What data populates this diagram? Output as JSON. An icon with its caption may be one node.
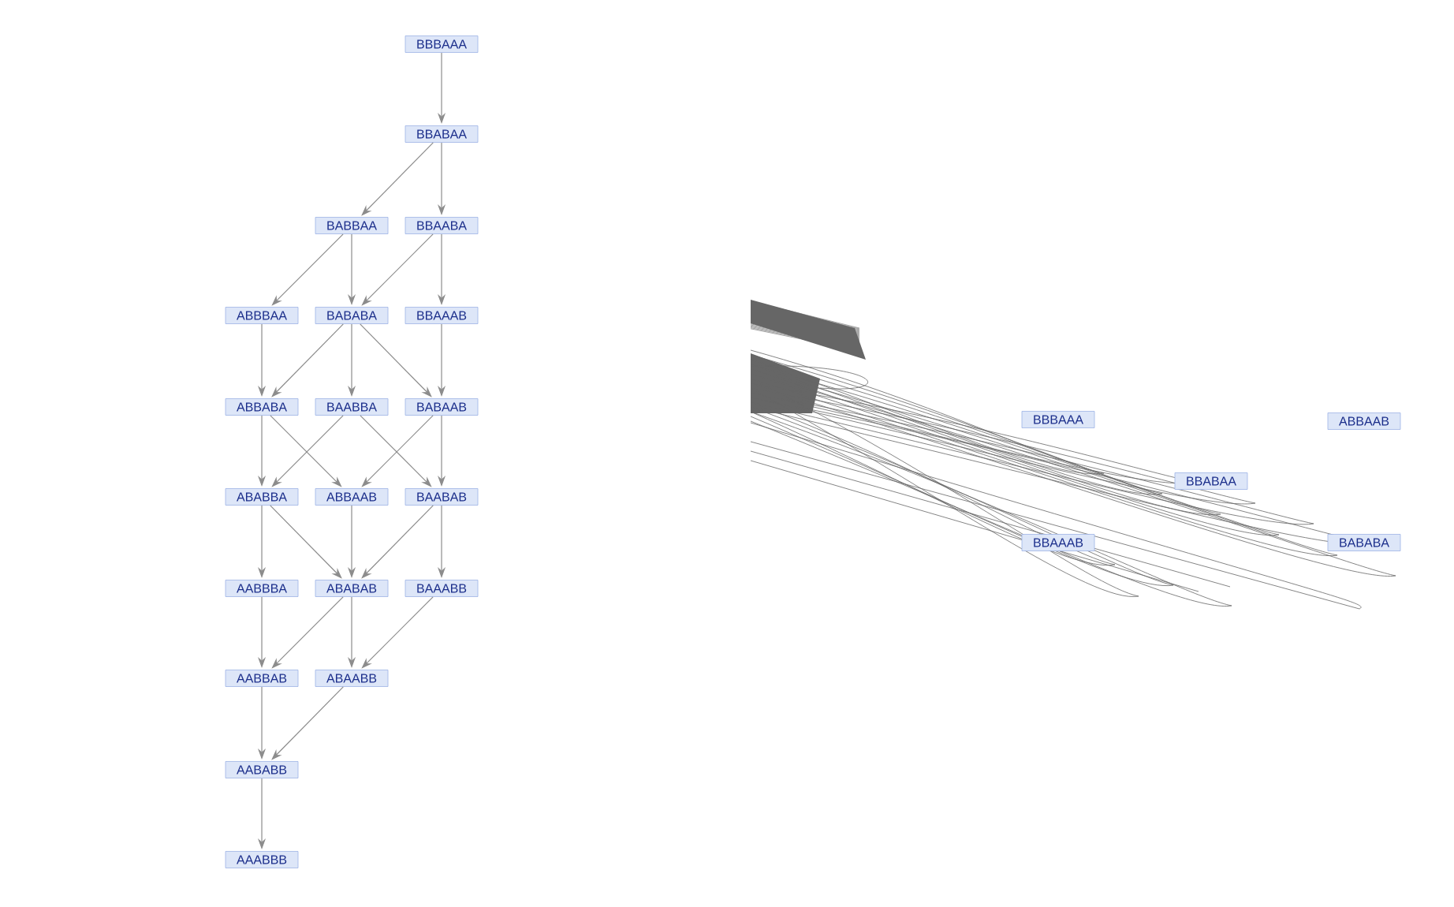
{
  "diagram": {
    "nodes": [
      {
        "text": [
          "BBBAAA"
        ]
      },
      {
        "text": [
          "BBABAA"
        ]
      },
      {
        "text": [
          "BABBAA"
        ]
      },
      {
        "text": [
          "BBAABA"
        ]
      },
      {
        "text": [
          "ABBBAA"
        ]
      },
      {
        "text": [
          "BABABA"
        ]
      },
      {
        "text": [
          "BBAAAB"
        ]
      },
      {
        "text": [
          "ABBABA"
        ]
      },
      {
        "text": [
          "BAABBA"
        ]
      },
      {
        "text": [
          "BABAAB"
        ]
      },
      {
        "text": [
          "ABABBA"
        ]
      },
      {
        "text": [
          "ABBAAB"
        ]
      },
      {
        "text": [
          "BAABAB"
        ]
      },
      {
        "text": [
          "AABBBA"
        ]
      },
      {
        "text": [
          "ABABAB"
        ]
      },
      {
        "text": [
          "BAAABB"
        ]
      },
      {
        "text": [
          "AABBAB"
        ]
      },
      {
        "text": [
          "ABAABB"
        ]
      },
      {
        "text": [
          "AABABB"
        ]
      },
      {
        "text": [
          "AAABBB"
        ]
      },
      {
        "text": [
          "BBBAAA"
        ]
      },
      {
        "text": [
          "ABBAAB"
        ]
      },
      {
        "text": [
          "BBABAA"
        ]
      },
      {
        "text": [
          "BBAAAB"
        ]
      },
      {
        "text": [
          "BABABA"
        ]
      }
    ],
    "edges": [
      {
        "from": 0,
        "to": 1,
        "arrow": "to"
      },
      {
        "from": 1,
        "to": 2,
        "arrow": "to"
      },
      {
        "from": 1,
        "to": 3,
        "arrow": "to"
      },
      {
        "from": 2,
        "to": 4,
        "arrow": "to"
      },
      {
        "from": 2,
        "to": 5,
        "arrow": "to"
      },
      {
        "from": 3,
        "to": 5,
        "arrow": "to"
      },
      {
        "from": 3,
        "to": 6,
        "arrow": "to"
      },
      {
        "from": 4,
        "to": 7,
        "arrow": "to"
      },
      {
        "from": 5,
        "to": 7,
        "arrow": "to"
      },
      {
        "from": 5,
        "to": 8,
        "arrow": "to"
      },
      {
        "from": 5,
        "to": 9,
        "arrow": "to"
      },
      {
        "from": 6,
        "to": 9,
        "arrow": "to"
      },
      {
        "from": 7,
        "to": 10,
        "arrow": "to"
      },
      {
        "from": 7,
        "to": 11,
        "arrow": "to"
      },
      {
        "from": 8,
        "to": 10,
        "arrow": "to"
      },
      {
        "from": 8,
        "to": 12,
        "arrow": "to"
      },
      {
        "from": 9,
        "to": 11,
        "arrow": "to"
      },
      {
        "from": 9,
        "to": 12,
        "arrow": "to"
      },
      {
        "from": 10,
        "to": 13,
        "arrow": "to"
      },
      {
        "from": 10,
        "to": 14,
        "arrow": "to"
      },
      {
        "from": 11,
        "to": 14,
        "arrow": "to"
      },
      {
        "from": 12,
        "to": 14,
        "arrow": "to"
      },
      {
        "from": 12,
        "to": 15,
        "arrow": "to"
      },
      {
        "from": 13,
        "to": 16,
        "arrow": "to"
      },
      {
        "from": 14,
        "to": 16,
        "arrow": "to"
      },
      {
        "from": 14,
        "to": 17,
        "arrow": "to"
      },
      {
        "from": 15,
        "to": 17,
        "arrow": "to"
      },
      {
        "from": 16,
        "to": 18,
        "arrow": "to"
      },
      {
        "from": 17,
        "to": 18,
        "arrow": "to"
      },
      {
        "from": 18,
        "to": 19,
        "arrow": "to"
      }
    ]
  }
}
